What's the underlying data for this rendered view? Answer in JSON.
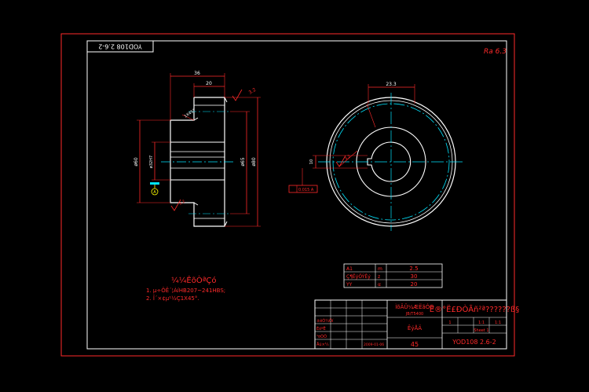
{
  "drawing": {
    "code_box_text": "YOD108 2.6-2",
    "corner_mark": "Ra 6.3",
    "notes": {
      "heading": "¼¼ÊõÒªÇó",
      "line1": "1. µ÷ÖÊ´¦ÀíHB207~241HBS;",
      "line2": "2. Î´×¢µ¹½Ç1X45°."
    }
  },
  "dimensions": {
    "front": {
      "overall_width": "36",
      "inner_width": "20",
      "chamfer": "1X45°",
      "left_height": "ø60",
      "bore": "ø32H7",
      "right_h1": "ø65",
      "right_h2": "ø80",
      "datum": "A",
      "roughness": "3.2"
    },
    "side": {
      "top_width": "23.3",
      "keyway": "10",
      "tolerance_box": "0.015 A",
      "roughness": "3.2"
    }
  },
  "param_table": {
    "rows": [
      {
        "label": "A1",
        "code": "m",
        "value": "2.5"
      },
      {
        "label": "Ç¶ÊýÖÝÊý",
        "code": "z",
        "value": "30"
      },
      {
        "label": "YY",
        "code": "α",
        "value": "20"
      }
    ]
  },
  "title_block": {
    "part_name": "ÌõÂÛ¼ÆËãÓÐ",
    "sub_name": "JB/T5400",
    "material": "ÊýÅÄ",
    "material_grade": "45",
    "school": "Ê®°Ë£ÐÒÃñ²ª??????ß§",
    "drawing_no": "YOD108 2.6-2",
    "scale_row": [
      "1",
      "1:1",
      "1:1"
    ],
    "sheet": "Sheet 1",
    "sign_rows": [
      "±êÒ¼Öí",
      "ÉóºË",
      "¹¤ÒÕ",
      "Åú×¼"
    ],
    "date": "2009-01-06"
  }
}
